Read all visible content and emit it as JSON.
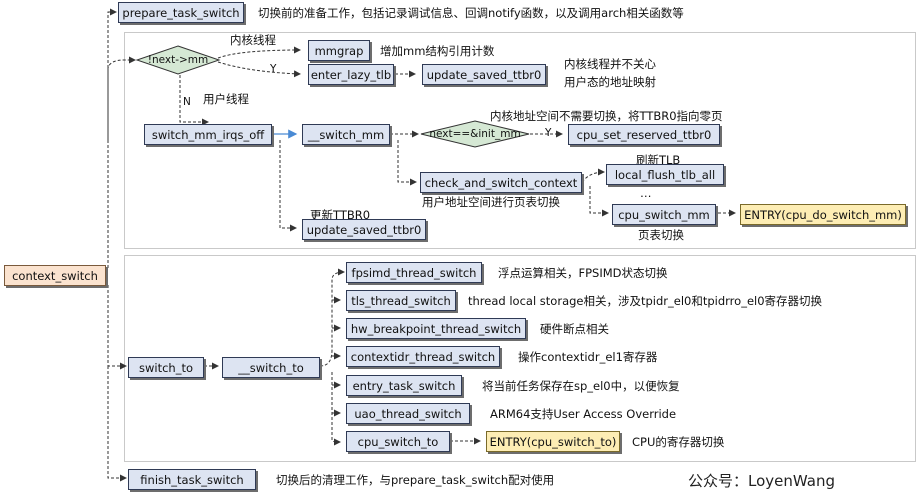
{
  "nodes": {
    "context_switch": "context_switch",
    "prepare_task_switch": "prepare_task_switch",
    "finish_task_switch": "finish_task_switch",
    "mmgrap": "mmgrap",
    "enter_lazy_tlb": "enter_lazy_tlb",
    "update_saved_ttbr0_a": "update_saved_ttbr0",
    "switch_mm_irqs_off": "switch_mm_irqs_off",
    "__switch_mm": "__switch_mm",
    "cpu_set_reserved_ttbr0": "cpu_set_reserved_ttbr0",
    "check_and_switch_context": "check_and_switch_context",
    "local_flush_tlb_all": "local_flush_tlb_all",
    "cpu_switch_mm": "cpu_switch_mm",
    "entry_cpu_do_switch_mm": "ENTRY(cpu_do_switch_mm)",
    "update_saved_ttbr0_b": "update_saved_ttbr0",
    "switch_to": "switch_to",
    "__switch_to": "__switch_to",
    "fpsimd_thread_switch": "fpsimd_thread_switch",
    "tls_thread_switch": "tls_thread_switch",
    "hw_breakpoint_thread_switch": "hw_breakpoint_thread_switch",
    "contextidr_thread_switch": "contextidr_thread_switch",
    "entry_task_switch": "entry_task_switch",
    "uao_thread_switch": "uao_thread_switch",
    "cpu_switch_to": "cpu_switch_to",
    "entry_cpu_switch_to": "ENTRY(cpu_switch_to)"
  },
  "decisions": {
    "next_mm": "!next->mm",
    "next_init_mm": "next==&init_mm"
  },
  "edge_labels": {
    "kernel_thread": "内核线程",
    "y1": "Y",
    "n1": "N",
    "user_thread": "用户线程",
    "y2": "Y"
  },
  "annotations": {
    "prepare": "切换前的准备工作，包括记录调试信息、回调notify函数，以及调用arch相关函数等",
    "mmgrap": "增加mm结构引用计数",
    "kernel_no_user_1": "内核线程并不关心",
    "kernel_no_user_2": "用户态的地址映射",
    "kernel_space_no_switch": "内核地址空间不需要切换，将TTBR0指向零页",
    "flush_tlb": "刷新TLB",
    "ellipsis": "…",
    "user_space_switch": "用户地址空间进行页表切换",
    "update_ttbr0": "更新TTBR0",
    "page_table_switch": "页表切换",
    "fpsimd": "浮点运算相关，FPSIMD状态切换",
    "tls": "thread local storage相关，涉及tpidr_el0和tpidrro_el0寄存器切换",
    "hw_bp": "硬件断点相关",
    "contextidr": "操作contextidr_el1寄存器",
    "entry_task": "将当前任务保存在sp_el0中，以便恢复",
    "uao": "ARM64支持User Access Override",
    "cpu_regs": "CPU的寄存器切换",
    "finish": "切换后的清理工作，与prepare_task_switch配对使用"
  },
  "watermark": "公众号：LoyenWang",
  "colors": {
    "box_fill": "#dde4f2",
    "root_fill": "#fbe3cf",
    "entry_fill": "#fdedb4",
    "decision_fill": "#d5e8d4",
    "call_arrow": "#4a8ad4"
  }
}
